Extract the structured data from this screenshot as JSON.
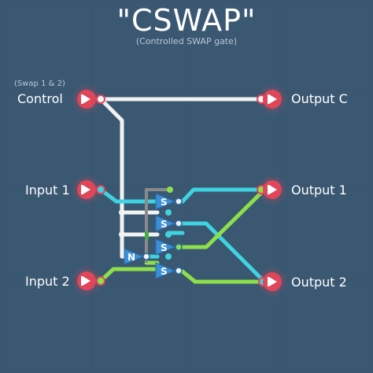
{
  "title": "\"CSWAP\"",
  "subtitle": "(Controlled SWAP gate)",
  "inputs": {
    "control_note": "(Swap 1 & 2)",
    "control": "Control",
    "input1": "Input 1",
    "input2": "Input 2"
  },
  "outputs": {
    "output_c": "Output C",
    "output1": "Output 1",
    "output2": "Output 2"
  },
  "gates": {
    "s": "S",
    "n": "N"
  },
  "colors": {
    "background": "#2f4a63",
    "tile": "#3b5872",
    "wire_white": "#f2f2f2",
    "wire_cyan": "#3fd3e0",
    "wire_green": "#8ee04a",
    "node_red": "#e0455a",
    "gate_blue": "#3a8fd6",
    "bus_gray": "#8a8a8a"
  }
}
